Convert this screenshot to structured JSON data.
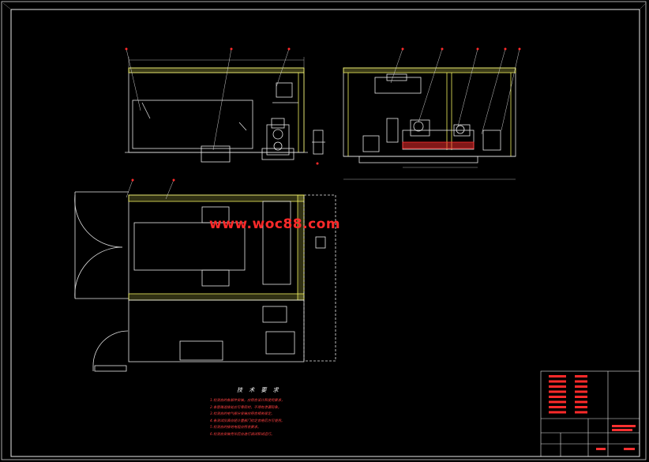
{
  "drawing": {
    "background": "#000000",
    "line_color": "#e8e8e8",
    "accent_color": "#ff2a2a",
    "hatch_color": "#f0f060"
  },
  "watermark": {
    "text": "www.woc88.com"
  },
  "tech_notes": {
    "title": "技 术 要 求",
    "items": [
      "1.检测台的各部件安装，应符合设计和使用要求，",
      "2.各管路连接处应可靠密封，不得有渗漏现象。",
      "3.检测台的电气部分安装应符合相关规定。",
      "4.各测试仪表应经计量部门检定合格后方可使用。",
      "5.检测台的接地电阻应符合要求。",
      "6.检测台安装完毕后应进行调试和试运行。"
    ]
  },
  "title_block": {
    "red_block_rows": 8
  }
}
